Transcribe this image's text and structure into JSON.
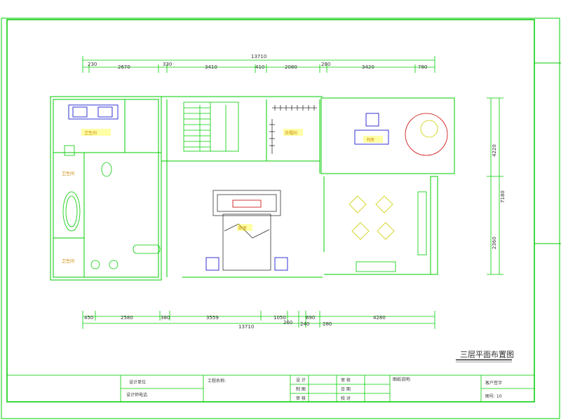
{
  "drawing": {
    "title": "三层平面布置图",
    "top_total_dimension": "13710",
    "bottom_total_dimension": "13710",
    "top_dimensions": [
      "230",
      "2670",
      "330",
      "3410",
      "410",
      "2080",
      "280",
      "3420",
      "780"
    ],
    "bottom_dimensions": [
      "450",
      "2580",
      "380",
      "3559",
      "1050",
      "690",
      "4280"
    ],
    "bottom_sub_dimensions": [
      "260",
      "240",
      "280"
    ],
    "right_dimensions": [
      "4220",
      "7180",
      "2360"
    ],
    "rooms": {
      "bathroom_left": "卫生间",
      "bathroom_small": "卫生间",
      "bathroom_lower": "卫生间",
      "closet": "衣帽间",
      "study": "书房",
      "bedroom": "卧室"
    }
  },
  "title_block": {
    "design_unit": "设计单位",
    "design_phone": "设计师电话",
    "project_name_label": "工程名称:",
    "design": "设 计",
    "drawing": "制 图",
    "review": "审 核",
    "check": "审 核",
    "check2": "校 对",
    "date_label": "日 期",
    "note_title": "图纸说明:",
    "client_label": "客户签字",
    "drawing_no": "图号: 10"
  }
}
